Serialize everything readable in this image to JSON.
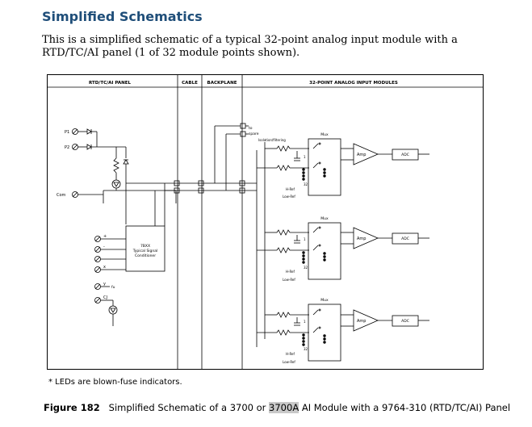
{
  "heading": "Simplified Schematics",
  "intro": "This is a simplified schematic of a typical 32-point analog input module with a RTD/TC/AI panel (1 of 32 module points shown).",
  "diagram": {
    "sections": {
      "panel": "RTD/TC/AI PANEL",
      "cable": "CABLE",
      "backplane": "BACKPLANE",
      "modules": "32-POINT ANALOG INPUT MODULES"
    },
    "terminals": {
      "p1": "P1",
      "p2": "P2",
      "com": "Com"
    },
    "conditioner": {
      "line1": "7BXX",
      "line2": "Typical Signal",
      "line3": "Conditioner"
    },
    "pins": {
      "plus": "+",
      "minus": "-",
      "x": "x",
      "y": "y",
      "cj": "CJ",
      "fu": "fu"
    },
    "to_spare": {
      "line1": "to",
      "line2": "spare"
    },
    "isolation": "Isolation/filtering",
    "mux_label": "Mux",
    "amp_label": "Amp",
    "adc_label": "ADC",
    "ch1": "1",
    "ch32": "32",
    "href": "H-Ref",
    "lref": "Low-Ref"
  },
  "footnote": "* LEDs are blown-fuse indicators.",
  "caption": {
    "figure": "Figure 182",
    "pre": "Simplified Schematic of a 3700 or ",
    "highlight": "3700A",
    "post": " AI Module with a 9764-310 (RTD/TC/AI) Panel"
  }
}
